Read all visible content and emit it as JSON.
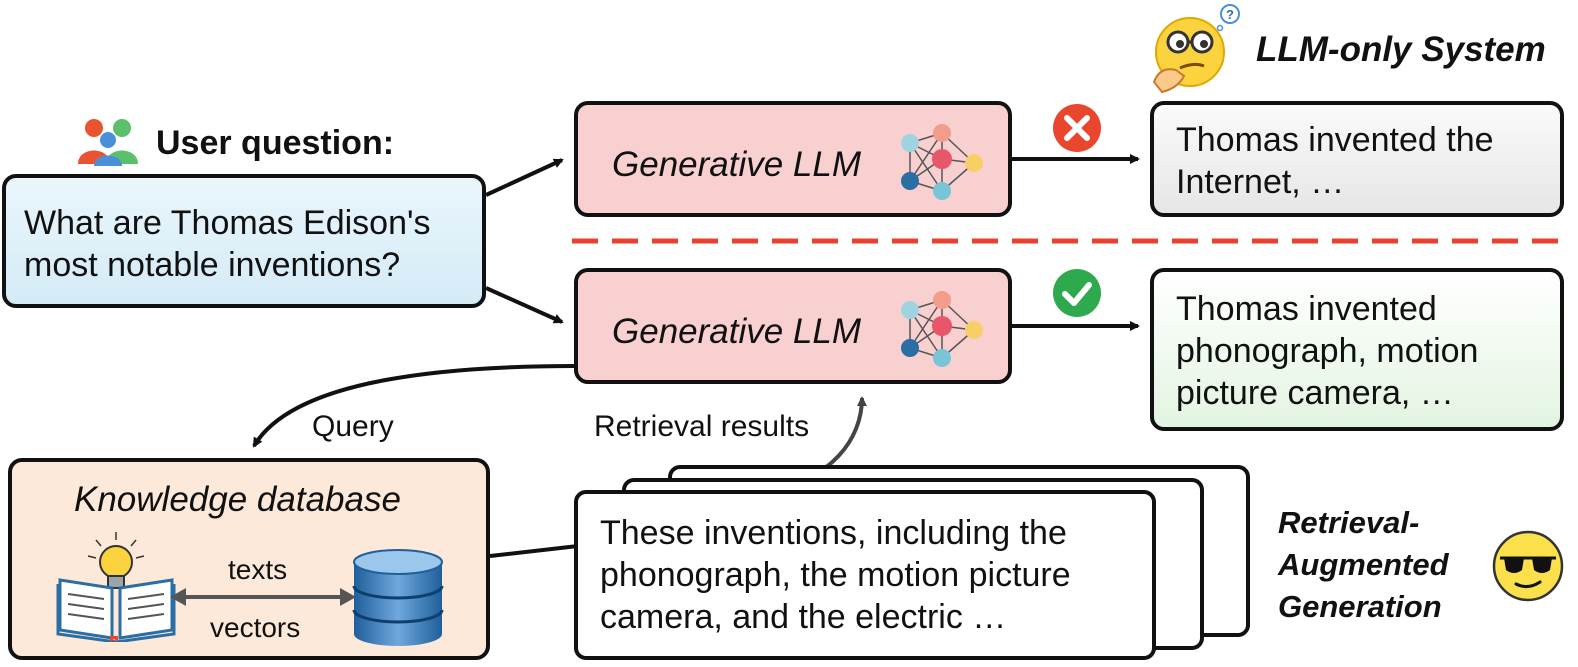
{
  "user_question": {
    "heading": "User question:",
    "text": "What are Thomas Edison's most notable inventions?"
  },
  "llm_top": {
    "label": "Generative LLM"
  },
  "llm_bottom": {
    "label": "Generative LLM"
  },
  "output_top": {
    "text": "Thomas invented the Internet, …"
  },
  "output_bottom": {
    "text": "Thomas invented phonograph, motion picture camera, …"
  },
  "llm_only": {
    "title": "LLM-only System"
  },
  "rag": {
    "title_line1": "Retrieval-",
    "title_line2": "Augmented",
    "title_line3": "Generation"
  },
  "knowledge_db": {
    "title": "Knowledge database",
    "label_texts": "texts",
    "label_vectors": "vectors"
  },
  "edges": {
    "query": "Query",
    "retrieval_results": "Retrieval results"
  },
  "retrieved_doc": {
    "text": "These inventions, including the phonograph, the motion picture camera, and the electric …"
  },
  "colors": {
    "llm_fill": "#f9d0d0",
    "question_fill_top": "#eaf6fc",
    "question_fill_bottom": "#d4ebf6",
    "output_top_fill": "#f0f0f0",
    "output_bottom_fill": "#e8f6e6",
    "kb_fill": "#fde9d9",
    "divider": "#e8412c",
    "wrong": "#e8472d",
    "right": "#2fa94d"
  },
  "icons": [
    "users-icon",
    "neural-network-icon",
    "wrong-mark-icon",
    "check-mark-icon",
    "thinking-face-icon",
    "sunglasses-face-icon",
    "book-bulb-icon",
    "database-icon"
  ]
}
